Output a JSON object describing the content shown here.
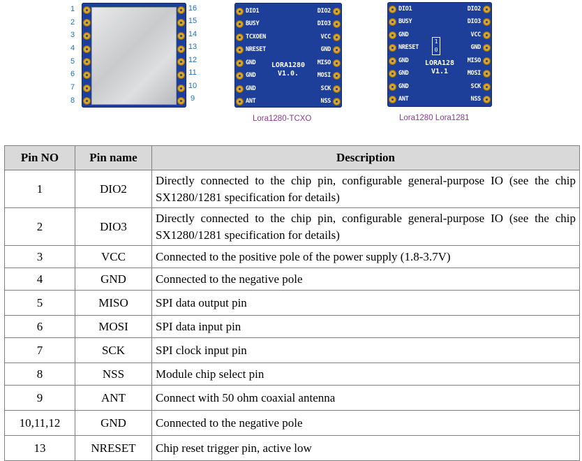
{
  "figure": {
    "module1": {
      "left_pins": [
        "1",
        "2",
        "3",
        "4",
        "5",
        "6",
        "7",
        "8"
      ],
      "right_pins": [
        "16",
        "15",
        "14",
        "13",
        "12",
        "11",
        "10",
        "9"
      ]
    },
    "module2": {
      "left_labels": [
        "DIO1",
        "BUSY",
        "TCXOEN",
        "NRESET",
        "GND",
        "GND",
        "GND",
        "ANT"
      ],
      "right_labels": [
        "DIO2",
        "DIO3",
        "VCC",
        "GND",
        "MISO",
        "MOSI",
        "SCK",
        "NSS"
      ],
      "center_line1": "LORA1280",
      "center_line2": "V1.0.",
      "caption": "Lora1280-TCXO"
    },
    "module3": {
      "left_labels": [
        "DIO1",
        "BUSY",
        "GND",
        "NRESET",
        "GND",
        "GND",
        "GND",
        "ANT"
      ],
      "right_labels": [
        "DIO2",
        "DIO3",
        "VCC",
        "GND",
        "MISO",
        "MOSI",
        "SCK",
        "NSS"
      ],
      "center_line1": "LORA128",
      "center_line2": "V1.1",
      "flip_top": "1",
      "flip_bottom": "0",
      "caption": "Lora1280 Lora1281"
    }
  },
  "table": {
    "headers": [
      "Pin NO",
      "Pin name",
      "Description"
    ],
    "rows": [
      {
        "no": "1",
        "name": "DIO2",
        "desc": "Directly connected to the chip pin, configurable general-purpose IO (see the chip SX1280/1281 specification for details)"
      },
      {
        "no": "2",
        "name": "DIO3",
        "desc": "Directly connected to the chip pin, configurable general-purpose IO (see the chip SX1280/1281 specification for details)"
      },
      {
        "no": "3",
        "name": "VCC",
        "desc": "Connected to the positive pole of the power supply (1.8-3.7V)"
      },
      {
        "no": "4",
        "name": "GND",
        "desc": "Connected to the negative pole"
      },
      {
        "no": "5",
        "name": "MISO",
        "desc": "SPI data output pin"
      },
      {
        "no": "6",
        "name": "MOSI",
        "desc": "SPI data input pin"
      },
      {
        "no": "7",
        "name": "SCK",
        "desc": "SPI clock input pin"
      },
      {
        "no": "8",
        "name": "NSS",
        "desc": "Module chip select pin"
      },
      {
        "no": "9",
        "name": "ANT",
        "desc": "Connect with 50 ohm coaxial antenna"
      },
      {
        "no": "10,11,12",
        "name": "GND",
        "desc": "Connected to the negative pole"
      },
      {
        "no": "13",
        "name": "NRESET",
        "desc": "Chip reset trigger pin, active low"
      }
    ]
  }
}
